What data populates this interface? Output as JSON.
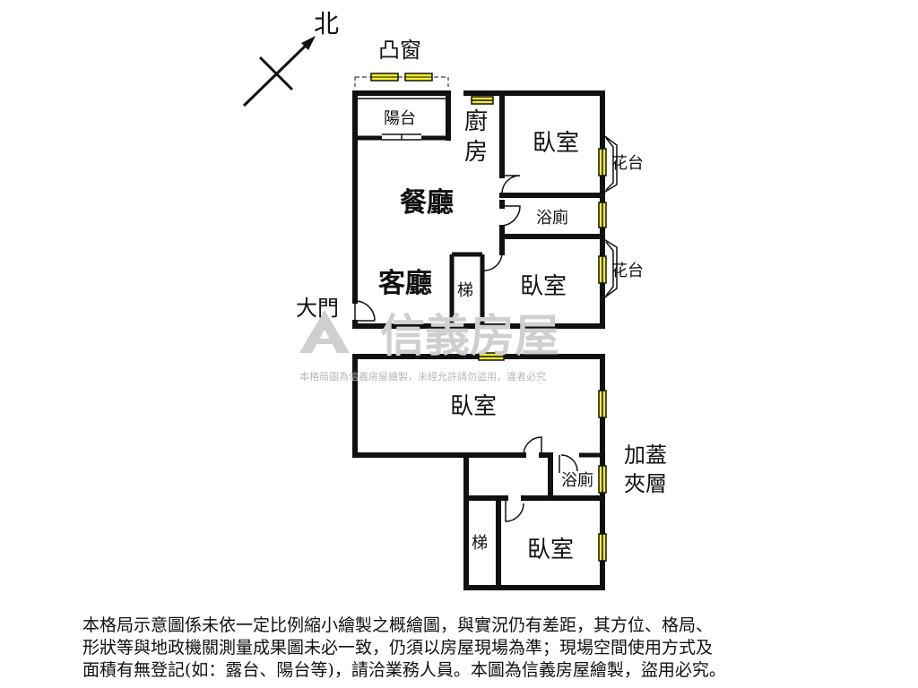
{
  "compass": {
    "north": "北"
  },
  "bay_window": "凸窗",
  "rooms": {
    "balcony": "陽台",
    "kitchen_1": "廚",
    "kitchen_2": "房",
    "dining": "餐廳",
    "living": "客廳",
    "bedroom_a": "臥室",
    "bath_a": "浴廁",
    "bedroom_b": "臥室",
    "stair_a": "梯",
    "planter_a": "花台",
    "planter_b": "花台",
    "main_door": "大門",
    "bedroom_c": "臥室",
    "bath_b": "浴廁",
    "stair_b": "梯",
    "bedroom_d": "臥室",
    "mezzanine_1": "加蓋",
    "mezzanine_2": "夾層"
  },
  "watermark": {
    "brand": "信義房屋",
    "notice": "本格局圖為信義房屋繪製，未經允許請勿盜用，違者必究"
  },
  "disclaimer": [
    "本格局示意圖係未依一定比例縮小繪製之概繪圖，與實況仍有差距，其方位、格局、",
    "形狀等與地政機關測量成果圖未必一致，仍須以房屋現場為準；現場空間使用方式及",
    "面積有無登記(如：露台、陽台等)，請洽業務人員。本圖為信義房屋繪製，盜用必究。"
  ],
  "colors": {
    "wall": "#111111",
    "window": "#f3ef2a",
    "watermark": "#cfcfcf"
  }
}
